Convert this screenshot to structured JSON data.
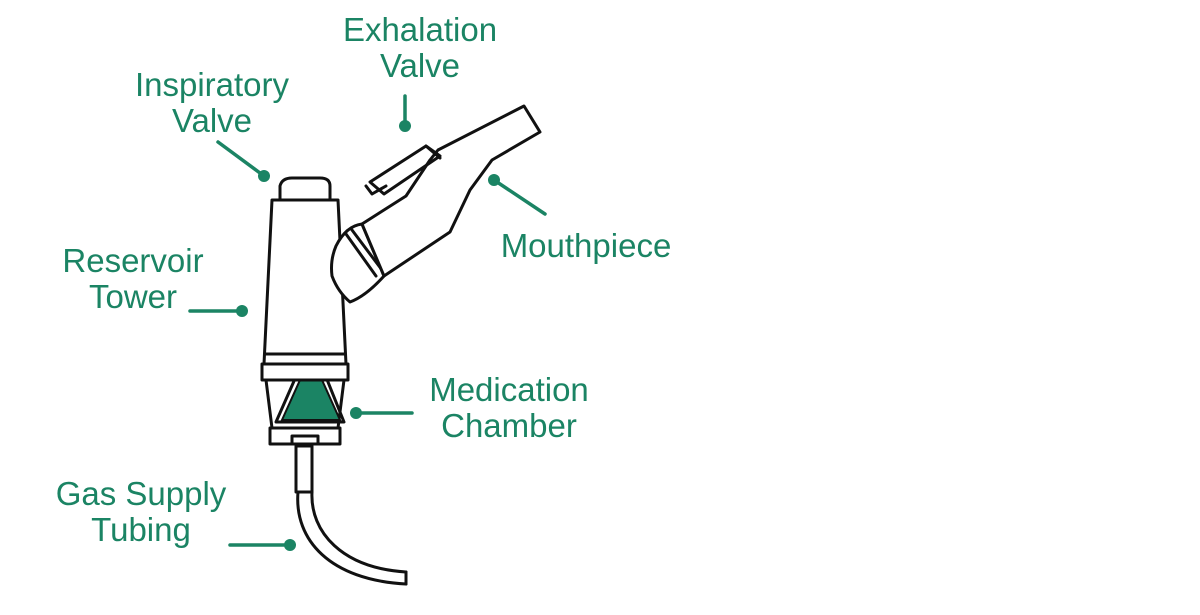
{
  "colors": {
    "accent": "#1b8464",
    "outline": "#111111",
    "background": "#ffffff"
  },
  "labels": {
    "exhalation_valve": {
      "line1": "Exhalation",
      "line2": "Valve"
    },
    "inspiratory_valve": {
      "line1": "Inspiratory",
      "line2": "Valve"
    },
    "reservoir_tower": {
      "line1": "Reservoir",
      "line2": "Tower"
    },
    "mouthpiece": {
      "line1": "Mouthpiece"
    },
    "medication_chamber": {
      "line1": "Medication",
      "line2": "Chamber"
    },
    "gas_supply_tubing": {
      "line1": "Gas Supply",
      "line2": "Tubing"
    }
  }
}
